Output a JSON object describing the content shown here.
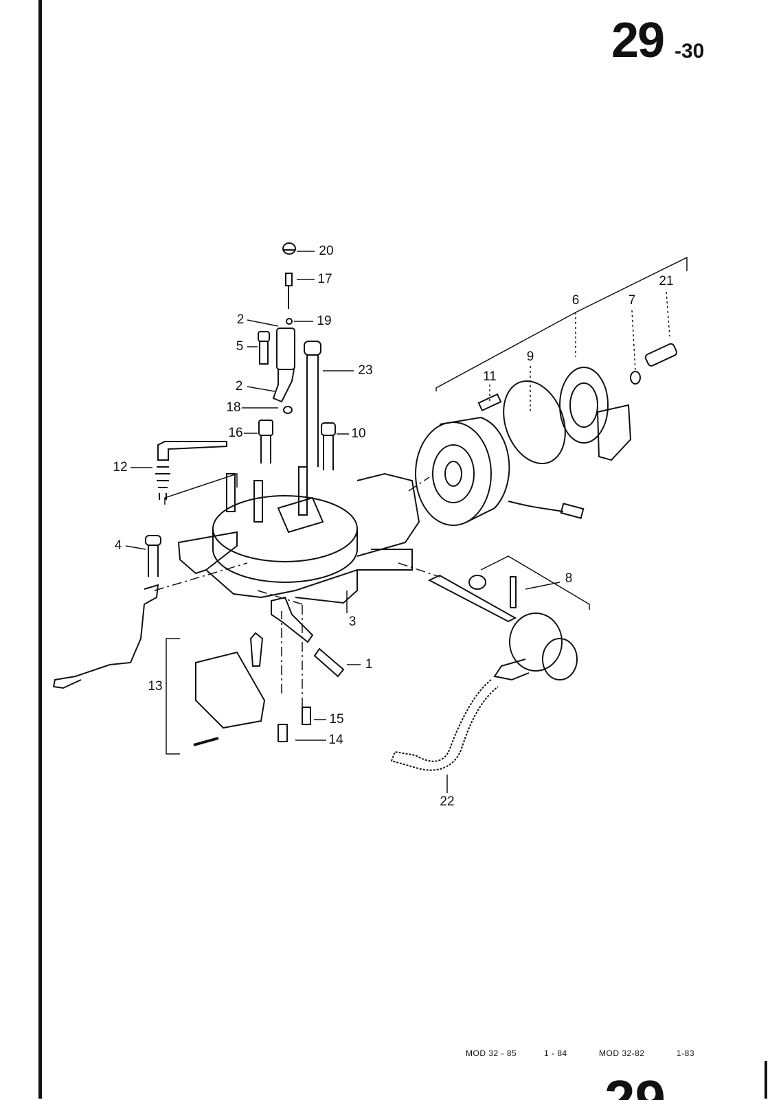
{
  "page_number": {
    "main": "29",
    "sub": "-30",
    "next_page_partial": "29"
  },
  "callouts": [
    "20",
    "17",
    "19",
    "2",
    "5",
    "23",
    "2",
    "18",
    "16",
    "10",
    "12",
    "4",
    "3",
    "1",
    "13",
    "15",
    "14",
    "22",
    "6",
    "7",
    "21",
    "9",
    "11",
    "8"
  ],
  "footer": {
    "left_model": "MOD 32 - 85",
    "left_date": "1 - 84",
    "right_model": "MOD 32-82",
    "right_date": "1-83"
  }
}
